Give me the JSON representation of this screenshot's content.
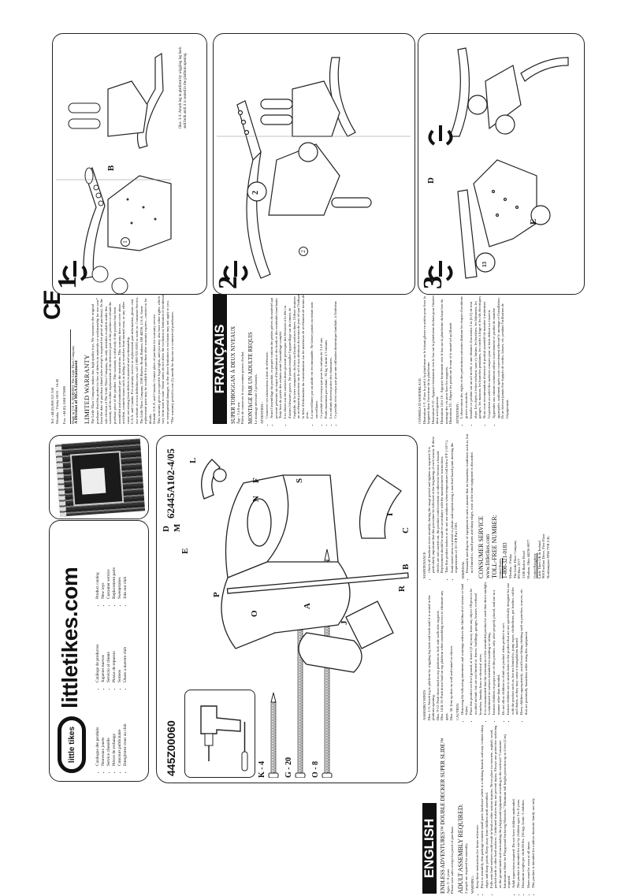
{
  "document": {
    "orientation": "landscape-rotated-90-ccw",
    "model_number": "445Z00060",
    "part_code": "62445A102-4/05"
  },
  "littletikes_box": {
    "logo": "little tikes",
    "site": "littletikes.com",
    "links_fr": [
      "Catalogue des produits",
      "Nouveaux jouets",
      "Service clientèle",
      "Pièces de rechange",
      "Concours publicitaire",
      "Enregistrez-vous au club"
    ],
    "links_es": [
      "Catálogo de productos",
      "Juguetes nuevos",
      "Servicio al cliente",
      "Piezas de repuesto",
      "Sorteos",
      "Únase a nuestro club"
    ],
    "links_en": [
      "Product catalog",
      "New toys",
      "Customer service",
      "Replacement parts",
      "Sweepstakes",
      "Join our club"
    ]
  },
  "contact": {
    "tel": "Tel: +44 (0) 800 521 558",
    "hours": "Monday - Friday 08:31 - 16:45",
    "fax": "Fax: +44 (0) 1604 575800",
    "made_in": "Made in U.S.A. DURON® The Little Tikes Company",
    "division": "A Division of MGA Entertainment"
  },
  "warranty": {
    "title": "LIMITED WARRANTY",
    "body": "The Little Tikes Company makes fun, high quality toys. We warrant to the original purchaser that this product is free of defects in materials or workmanship for one year* from the date of purchase (dated sales receipt is required for proof of purchase). At the sole election of The Little Tikes Company, the only remedies available under this warranty will be either replacement of the defective part of the product or refund the purchase price of the product. This warranty is valid only if the product has been assembled and maintained per the instructions. This warranty does not cover abuse, accident, cosmetic issues such as fading or scratches from normal wear, or any other cause not arising from defects in material and workmanship.",
    "usa_canada": "U.S.A. and Canada: For warranty service or replacement part information, please visit our website at www.littletikes.com, call 1-800-321-0183 or write to: Consumer Service, The Little Tikes Company, 2180 Barlow Road, Hudson, OH 44236, U.S.A. Some replacement parts may be available for purchase after warranty expires—contact us for details.",
    "outside": "Outside U.S.A. and Canada: Contact place of purchase for warranty service.",
    "rights": "This warranty gives you specific legal rights, and you may also have other rights, which vary from state to state. Some states do not allow the exclusion or limitation of incidental or consequential damages, so the above limitation or exclusion may not apply to you.",
    "footnote": "*The warranty period is one (1) month for daycare or commercial purchasers.",
    "ce_mark": "CE"
  },
  "french": {
    "banner": "FRANÇAIS",
    "product": "SUPER TOBOGGAN À DEUX NIVEAUX",
    "age": "Âge : 3 à 8 ans",
    "receipt": "Prière de conserver le reçu comme preuve d'achat.",
    "assembly": "MONTAGE PAR UN ADULTE REQUIS",
    "persons": "Le montage nécessite 2 personnes.",
    "attention_title": "ATTENTION :",
    "attention": [
      "Conserver ces instructions à titre de référence.",
      "Avant l'assemblage du produit, ce paquet contient des petites pièces du matériel qui peuvent présenter un risque d'étouffement et des bords et des extrémités tranchants. Tenir hors de portée des enfants avant l'assemblage complet.",
      "Les chutes sur des surfaces dures peuvent provoquer des blessures à la tête ou d'autres blessures graves. Ne jamais installer l'appareillage sur du ciment, de l'asphalte, de la terre compactée, du bois ou d'autres surfaces dures. Utiliser toujours un revêtement protecteur sur le sol et aux alentours du terrain de jeux tel que l'indique la fiche d'information du consommateur sur les matériaux de revêtement de terrain de jeux.",
      "La surveillance par un adulte est recommandée. Ne laisser jamais un enfant sans surveillance.",
      "Ce produit n'est conçu que pour les enfants de 3 à 8 ans.",
      "Poids maximum par enfant : 36 kg. Limité à 3 enfants.",
      "Les enfants doivent porter des chaussures.",
      "Ce produit n'est conçu que pour une utilisation domestique familiale, à l'intérieur."
    ],
    "tips_title": "CONSEILS D'ASSEMBLAGE",
    "tips": [
      "Illustration 1-3 : Fixer le pied à la plateforme en le faisant glisser en arrière pour fixer la languette dans l'ouverture de la plateforme.",
      "Illustration 9-12 : Appuyer fermement vers le bas sur la plateforme du haut pour l'insérer dans son logement.",
      "Illustration 14 et 16 : Appuyer fermement vers le bas sur la plateforme du haut lors du montage des vis pour fixer les supports.",
      "Illustration 25 : Aligner les points sur le mur et le tunnel tel qu'illustré."
    ],
    "caution_title": "ATTENTION :",
    "caution": [
      "L'observation des règles et des précautions suivantes diminue les risques d'accidents graves ou mortels.",
      "Installer ce produit sur un sol nivelé, à une distance d'au moins 2 m (6,5') de tout objet. Les objets à éviter incluent, sans s'y limiter, les barrières, les bâtiments, les garages, les maisons, les branches pendantes, les cordes à linge et les fils électriques.",
      "Nous vous recommandons d'enterrer le produit assemblé de manière à minimiser l'exposition au soleil des surfaces conçues pour se tenir debout ou s'asseoir.",
      "Apprendre aux enfants comment utiliser correctement ce produit de manière appropriée, seulement après avoir correctement effectué le montage et l'installation. Ils ne doivent jamais être équipés de cordes, laisses, etc. pendant l'utilisation de l'équipement."
    ]
  },
  "english": {
    "banner": "ENGLISH",
    "product": "ENDLESS ADVENTURES™ DOUBLE DECKER SUPER SLIDE™",
    "ages": "Ages: 3 - 8 years",
    "receipt": "Please save sales receipt for proof of purchase.",
    "assembly": "ADULT ASSEMBLY REQUIRED.",
    "persons": "2 people are required for assembly.",
    "warning_title": "WARNING:",
    "warnings": [
      "Keep these instructions for future reference.",
      "Prior to assembly, this package contains small parts, hardware which is a choking hazard, and may contain sharp edges and sharp points. Keep away from children until assembled.",
      "Falls onto hard surfaces could result in head or other serious injuries. Never place on concrete, asphalt, wood, packed earth or other hard surfaces. Cushioned surfaces may not prevent injury. Always use protective surfacing on the ground under and surrounding the playground equipment according to the enclosed \"Consumer Information Sheet for Playground Surfacing Materials.\" Minimum fall height protection up to 6 feet (2 m) required.",
      "Adult supervision required. Do not leave children unattended.",
      "This product is intended for use by children ages 3 to 8 years.",
      "Maximum weight per child 80 lbs. (36 kg). Limit: 3 children.",
      "Shoes must be worn at all times.",
      "This product is intended for outdoor domestic family use only."
    ],
    "hints_title": "ASSEMBLY HINTS",
    "hints": [
      "Illus. 1-3: Attach leg to platform by wiggling leg back and forth until it is seated in the platform opening.",
      "Illus. 9-12: Push down hard on top platform to lock side walls into supports.",
      "Illus. 14 & 16: Push down hard on top platform when assembling screws to eliminate any gaps.",
      "Illus. 38: Line up dots on wall and tunnel as shown."
    ],
    "caution_title": "CAUTION:",
    "cautions": [
      "Observing the following statements and warnings reduces the likelihood of serious or fatal injury.",
      "Place this product on level ground, at least 6 (2 m) away from any object. Objects to be avoided include, but are not limited to: fences, buildings, garages, houses, overhead branches, laundry lines or electrical wires.",
      "It is recommended that the orientation of the assembled product be such that direct sunlight is minimized on surfaces intended for standing or sitting.",
      "Instruct children on proper use of this product, only after properly placed, and use in a manner other than intended.",
      "Do not allow children to climb on product when product is wet.",
      "Instruct children not to attach items to the product that are not specifically designed for use with the product such as, but not limited to, jump ropes, clotheslines, pet leashes, cables and chains, as they may cause a strangulation hazard.",
      "Dress children appropriately; avoid loose-fitting clothing such as ponchos, scarves, etc. that are potentially hazardous while using this equipment."
    ],
    "maintenance_title": "MAINTENANCE",
    "maintenance": [
      "Check all hardware twice monthly during the usage period and tighten as required. It is particularly important that this procedure be followed at the beginning of each season. If these checks are not carried out, the product could overturn or otherwise become a hazard. Replacement should be made in accordance with the manufacturers' instructions.",
      "Take this product indoors or do not use outdoors when temperatures fall below 0°F (-18°C).",
      "Sand rusted areas on metal or plastic and repaint using a non-lead based paint meeting the requirements of 16 CFR Part 1303."
    ],
    "disposal_title": "DISPOSAL",
    "disposal": [
      "Dismantle and dispose of equipment in such a manner that no hazardous conditions such as, but not limited to, small parts and sharp edges, exist at the time equipment is discarded."
    ],
    "consumer_service": {
      "title": "CONSUMER SERVICE",
      "website": "www.littletikes.com",
      "tollfree": "TOLL-FREE NUMBER:",
      "us_label": "United States:",
      "us_phone": "1-800-321-0183",
      "us_hours": "Monday - Friday",
      "us_company": "The Little Tikes Company",
      "us_pobox": "PO Box 2277",
      "us_road": "2180 Barlow Road",
      "us_city": "Hudson, Ohio 44236-0877",
      "uk_label": "United Kingdom:",
      "uk_company": "Little Tikes UK & Ireland",
      "uk_addr": "900 Pavilion Drive, First Floor",
      "uk_city": "Northampton NN4 7YR  U.K."
    }
  },
  "tools": {
    "items": [
      "drill-icon",
      "screwdriver-icon"
    ]
  },
  "screws": [
    {
      "label": "K - 4"
    },
    {
      "label": "G - 20"
    },
    {
      "label": "O - 8"
    }
  ],
  "main_diagram_labels": [
    "L",
    "F",
    "N",
    "S",
    "I",
    "C",
    "B",
    "D",
    "E",
    "M",
    "J",
    "R",
    "A",
    "P",
    "O"
  ],
  "steps": [
    {
      "number": "1",
      "caption": "Illus. 1-3: Attach leg to platform by wiggling leg back and forth until it is seated in the platform opening.",
      "labels": {
        "part_circle": "1",
        "B": "B"
      }
    },
    {
      "number": "2",
      "labels": {
        "part_circle": "2",
        "callout": "2"
      }
    },
    {
      "number": "3",
      "labels": {
        "D": "D",
        "E": "E",
        "callout": "13"
      }
    }
  ]
}
